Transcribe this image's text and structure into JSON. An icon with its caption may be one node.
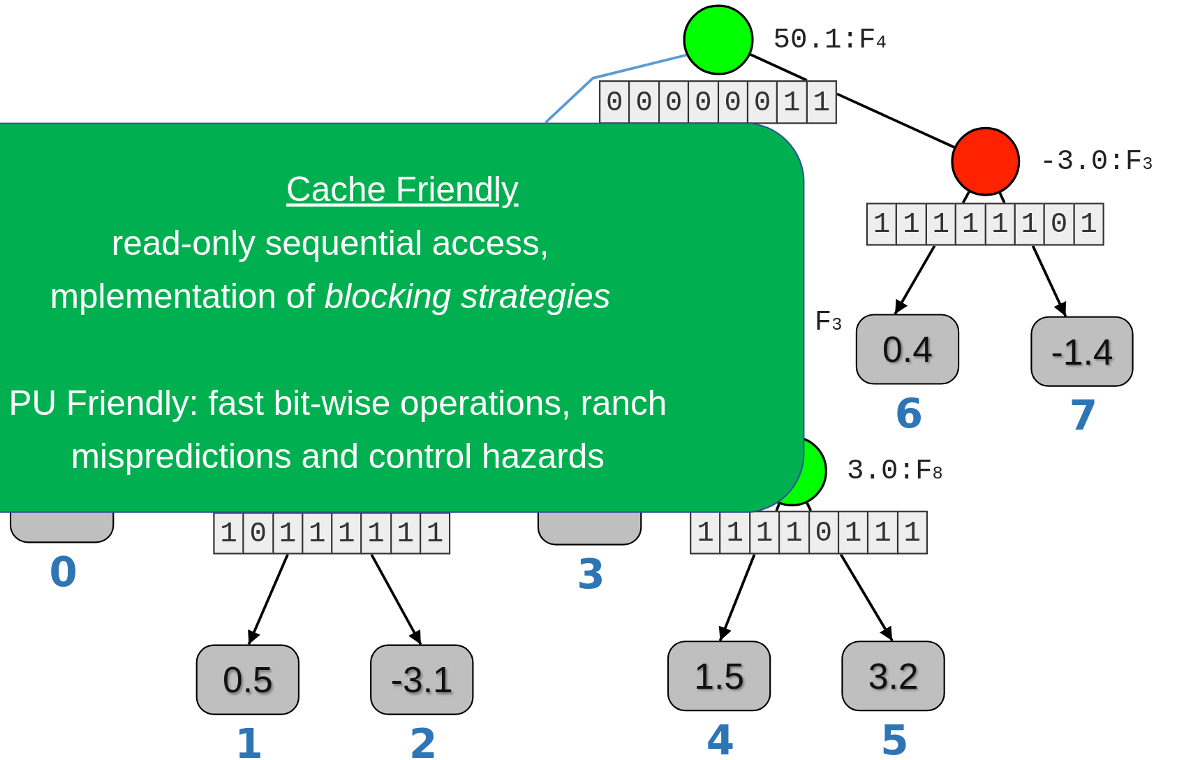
{
  "diagram": {
    "nodes": [
      {
        "text": [],
        "shape": "circle",
        "beside": [
          "50.1:F$_{4}$"
        ]
      },
      {
        "text": [
          "0",
          "0",
          "0",
          "0",
          "0",
          "0",
          "1",
          "1"
        ]
      },
      {
        "text": [
          "Cache Friendly",
          "read-only sequential access, mplementation of *blocking strategies*",
          "PU Friendly: fast bit-wise operations, ranch mispredictions and control hazards"
        ]
      },
      {
        "text": [],
        "shape": "circle",
        "beside": [
          "-3.0:F$_{3}$"
        ]
      },
      {
        "text": [
          "1",
          "1",
          "1",
          "1",
          "1",
          "1",
          "0",
          "1"
        ]
      },
      {
        "text": [
          "0.4"
        ],
        "beside": [
          "6"
        ]
      },
      {
        "text": [
          "-1.4"
        ],
        "beside": [
          "7"
        ]
      },
      {
        "text": [],
        "shape": "circle",
        "beside": [
          "3.0:F$_{8}$"
        ]
      },
      {
        "text": [],
        "shape": "box",
        "beside": [
          "0"
        ]
      },
      {
        "text": [
          "1",
          "0",
          "1",
          "1",
          "1",
          "1",
          "1",
          "1"
        ]
      },
      {
        "text": [],
        "shape": "box",
        "beside": [
          "3"
        ]
      },
      {
        "text": [
          "1",
          "1",
          "1",
          "1",
          "0",
          "1",
          "1",
          "1"
        ]
      },
      {
        "text": [
          "0.5"
        ],
        "beside": [
          "1"
        ]
      },
      {
        "text": [
          "-3.1"
        ],
        "beside": [
          "2"
        ]
      },
      {
        "text": [
          "1.5"
        ],
        "beside": [
          "4"
        ]
      },
      {
        "text": [
          "3.2"
        ],
        "beside": [
          "5"
        ]
      }
    ],
    "edges": [
      {
        "from": 0,
        "to": 1,
        "arrow": "none"
      },
      {
        "from": 1,
        "to": 3,
        "arrow": "none"
      },
      {
        "from": 0,
        "to": 2,
        "arrow": "none",
        "color": "#5b9bd5"
      },
      {
        "from": 3,
        "to": 4,
        "arrow": "none"
      },
      {
        "from": 3,
        "to": 4,
        "arrow": "none"
      },
      {
        "from": 4,
        "to": 5,
        "arrow": "to"
      },
      {
        "from": 4,
        "to": 6,
        "arrow": "to"
      },
      {
        "from": 7,
        "to": 11,
        "arrow": "none"
      },
      {
        "from": 7,
        "to": 11,
        "arrow": "none"
      },
      {
        "from": 11,
        "to": 14,
        "arrow": "to"
      },
      {
        "from": 11,
        "to": 15,
        "arrow": "to"
      },
      {
        "from": 9,
        "to": 12,
        "arrow": "to"
      },
      {
        "from": 9,
        "to": 13,
        "arrow": "to"
      }
    ],
    "labels": [
      "F$_{3}$"
    ]
  }
}
